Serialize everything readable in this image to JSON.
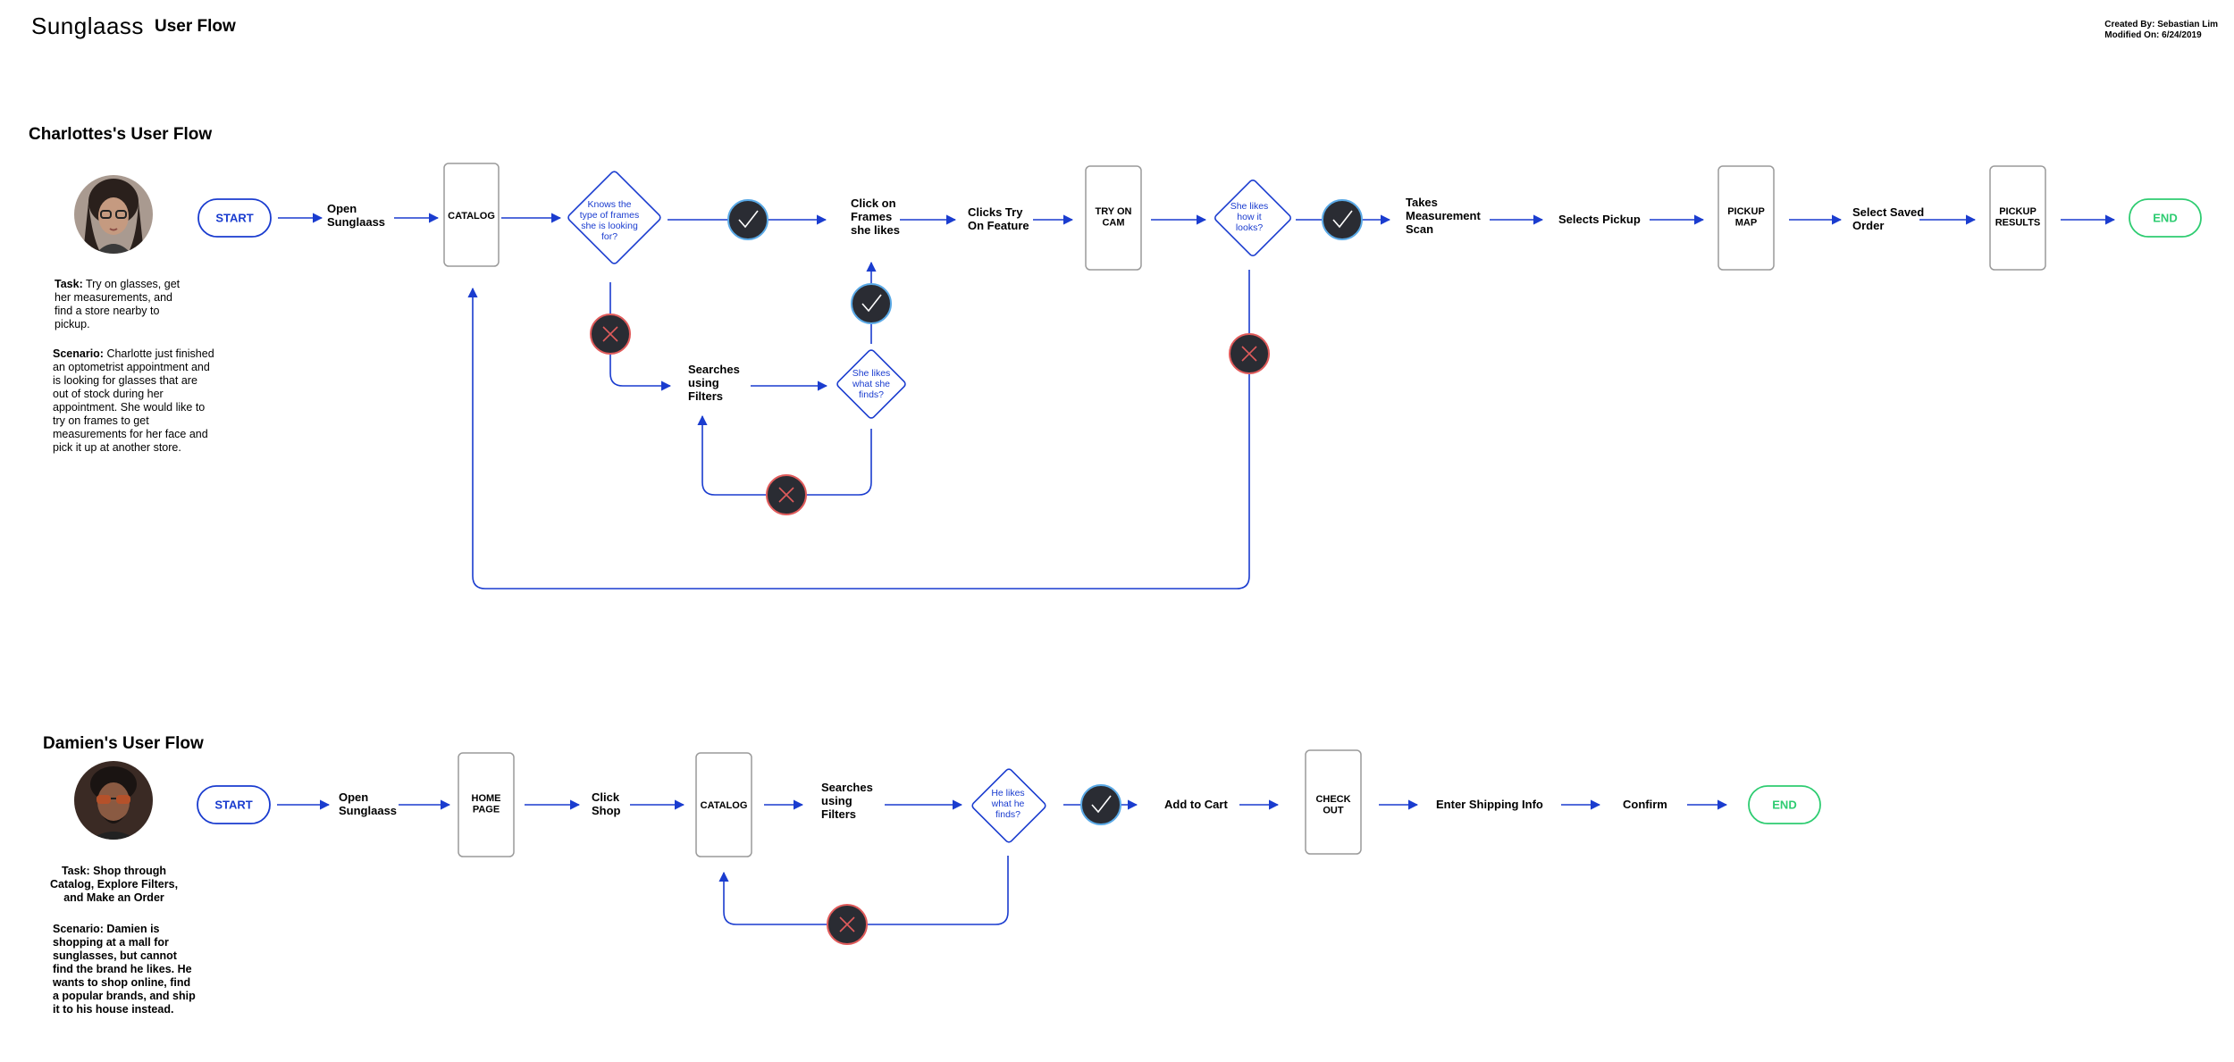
{
  "header": {
    "brand": "Sunglaass",
    "title": "User Flow",
    "created_by": "Created By: Sebastian Lim",
    "modified_on": "Modified On: 6/24/2019"
  },
  "charlotte": {
    "title": "Charlottes's User Flow",
    "task_label": "Task:",
    "task_text": " Try on glasses, get her measurements, and find a store nearby to pickup.",
    "scenario_label": "Scenario:",
    "scenario_text": " Charlotte just finished an optometrist appointment and is looking for glasses that are out of stock during her appointment. She would like to try on frames to get measurements for her face and pick it up at another store.",
    "nodes": {
      "start": "START",
      "open": "Open\nSunglaass",
      "catalog": "CATALOG",
      "knows": "Knows the\ntype of frames\nshe is looking\nfor?",
      "click_frames": "Click on\nFrames\nshe likes",
      "clicks_try": "Clicks Try\nOn Feature",
      "try_on_cam": "TRY ON\nCAM",
      "likes_looks": "She likes\nhow it\nlooks?",
      "measurement": "Takes\nMeasurement\nScan",
      "selects_pickup": "Selects Pickup",
      "pickup_map": "PICKUP\nMAP",
      "select_saved": "Select Saved\nOrder",
      "pickup_results": "PICKUP\nRESULTS",
      "end": "END",
      "searches": "Searches\nusing\nFilters",
      "likes_finds": "She likes\nwhat she\nfinds?"
    }
  },
  "damien": {
    "title": "Damien's User Flow",
    "task": "Task: Shop through\nCatalog, Explore Filters,\nand Make an Order",
    "scenario": "Scenario: Damien is\nshopping at a mall for\nsunglasses, but cannot\nfind the brand he likes. He\nwants to shop online, find\na popular brands, and ship\nit to his house instead.",
    "nodes": {
      "start": "START",
      "open": "Open\nSunglaass",
      "home": "HOME\nPAGE",
      "click_shop": "Click\nShop",
      "catalog": "CATALOG",
      "searches": "Searches\nusing\nFilters",
      "likes_finds": "He likes\nwhat he\nfinds?",
      "add_cart": "Add to Cart",
      "checkout": "CHECK\nOUT",
      "shipping": "Enter Shipping Info",
      "confirm": "Confirm",
      "end": "END"
    }
  },
  "colors": {
    "flow_blue": "#1a3ccf",
    "end_green": "#2ecc71",
    "decision_dark": "#2a2c33",
    "no_red": "#e05b5b",
    "screen_gray": "#9a9a9a"
  },
  "icons": {
    "yes": "check-icon",
    "no": "x-icon"
  }
}
